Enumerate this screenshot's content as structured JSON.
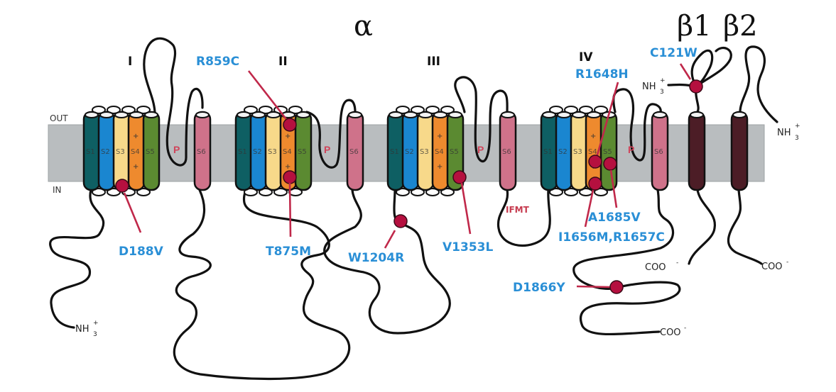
{
  "figure": {
    "subunits": {
      "alpha": "α",
      "beta1": "β1",
      "beta2": "β2"
    },
    "membrane": {
      "out_label": "OUT",
      "in_label": "IN",
      "color": "#b9bdbf"
    },
    "domains": [
      "I",
      "II",
      "III",
      "IV"
    ],
    "segment_labels": [
      "S1",
      "S2",
      "S3",
      "S4",
      "S5",
      "S6"
    ],
    "pore_label": "P",
    "charge_symbol": "+",
    "segment_colors": {
      "S1": "#0e5f63",
      "S2": "#1a86d0",
      "S3": "#f7d98a",
      "S4": "#ee8a2e",
      "S5": "#5b8a31",
      "S6": "#cf728a",
      "beta": "#4c1d26"
    },
    "ifmt_label": "IFMT",
    "termini": {
      "alpha_n": {
        "main": "NH",
        "sub": "3",
        "sup": "+"
      },
      "alpha_c": {
        "main": "COO",
        "sup": "-"
      },
      "beta1_n": {
        "main": "NH",
        "sub": "3",
        "sup": "+"
      },
      "beta1_c": {
        "main": "COO",
        "sup": "-"
      },
      "beta2_n": {
        "main": "NH",
        "sub": "3",
        "sup": "+"
      },
      "beta2_c": {
        "main": "COO",
        "sup": "-"
      }
    },
    "mutations": [
      {
        "id": "D188V",
        "location": "Domain I S3 (intracellular end)"
      },
      {
        "id": "R859C",
        "location": "Domain II S4 (upper)"
      },
      {
        "id": "T875M",
        "location": "Domain II S4 (lower)"
      },
      {
        "id": "W1204R",
        "location": "II-III intracellular linker"
      },
      {
        "id": "V1353L",
        "location": "Domain III S5"
      },
      {
        "id": "R1648H",
        "location": "Domain IV S4"
      },
      {
        "id": "A1685V",
        "location": "Domain IV S5"
      },
      {
        "id": "I1656M,R1657C",
        "location": "Domain IV S4 (lower)"
      },
      {
        "id": "D1866Y",
        "location": "C-terminus"
      },
      {
        "id": "C121W",
        "location": "β1 extracellular domain"
      }
    ],
    "colors": {
      "mutation_text": "#2a8fd6",
      "mutation_marker": "#b5103f",
      "pointer": "#c0284a"
    }
  }
}
